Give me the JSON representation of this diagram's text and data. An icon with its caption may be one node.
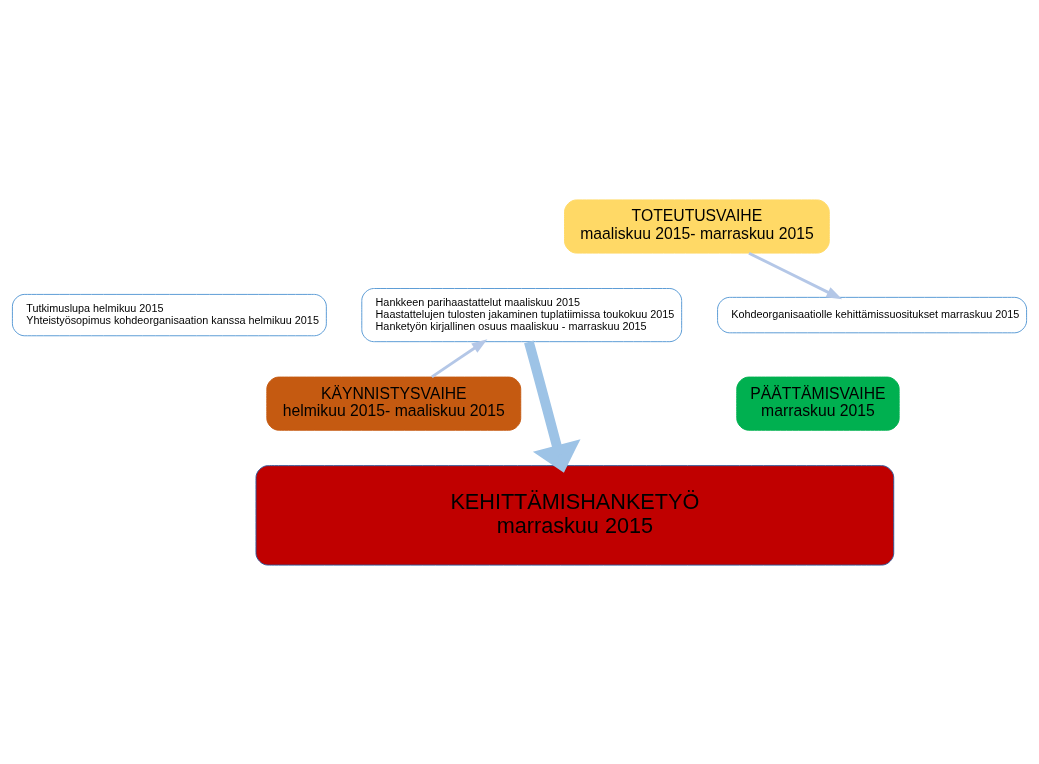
{
  "diagram": {
    "nodes": [
      {
        "text": [
          "Tutkimuslupa helmikuu 2015",
          "Yhteistyösopimus kohdeorganisaation kanssa helmikuu 2015"
        ]
      },
      {
        "text": [
          "KÄYNNISTYSVAIHE",
          "helmikuu 2015- maaliskuu 2015"
        ]
      },
      {
        "text": [
          "Hankkeen parihaastattelut maaliskuu 2015",
          "Haastattelujen tulosten jakaminen tuplatiimissa toukokuu 2015",
          "Hanketyön kirjallinen osuus maaliskuu - marraskuu 2015"
        ]
      },
      {
        "text": [
          "TOTEUTUSVAIHE",
          "maaliskuu 2015- marraskuu 2015"
        ]
      },
      {
        "text": [
          "Kohdeorganisaatiolle kehittämissuositukset marraskuu 2015"
        ]
      },
      {
        "text": [
          "PÄÄTTÄMISVAIHE",
          "marraskuu 2015"
        ]
      },
      {
        "text": [
          "KEHITTÄMISHANKETYÖ",
          "marraskuu 2015"
        ]
      }
    ],
    "edges": [
      {
        "from": 1,
        "to": 2,
        "arrow": "to"
      },
      {
        "from": 3,
        "to": 4,
        "arrow": "to"
      },
      {
        "from": 2,
        "to": 6,
        "arrow": "to",
        "style": "thick",
        "color": "#9dc3e6"
      }
    ]
  }
}
